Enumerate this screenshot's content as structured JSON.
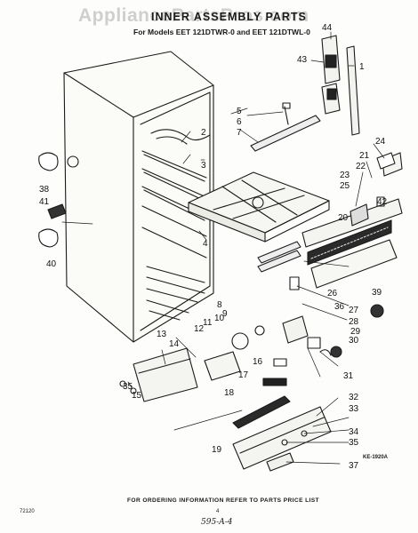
{
  "watermark": "AppliancePartsPros.com",
  "title": "INNER ASSEMBLY PARTS",
  "subtitle": "For Models EET 121DTWR-0 and EET 121DTWL-0",
  "diagram_code": "KE-1920A",
  "footer": "FOR ORDERING INFORMATION REFER TO PARTS PRICE LIST",
  "doc_number": "72120",
  "page_number": "4",
  "handwritten_note": "595-A-4",
  "callouts": [
    "1",
    "2",
    "3",
    "4",
    "5",
    "6",
    "7",
    "8",
    "9",
    "10",
    "11",
    "12",
    "13",
    "14",
    "15",
    "16",
    "17",
    "18",
    "19",
    "20",
    "21",
    "22",
    "23",
    "24",
    "25",
    "26",
    "27",
    "28",
    "29",
    "30",
    "31",
    "32",
    "33",
    "34",
    "35",
    "36",
    "37",
    "38",
    "39",
    "40",
    "41",
    "42",
    "43",
    "44"
  ]
}
